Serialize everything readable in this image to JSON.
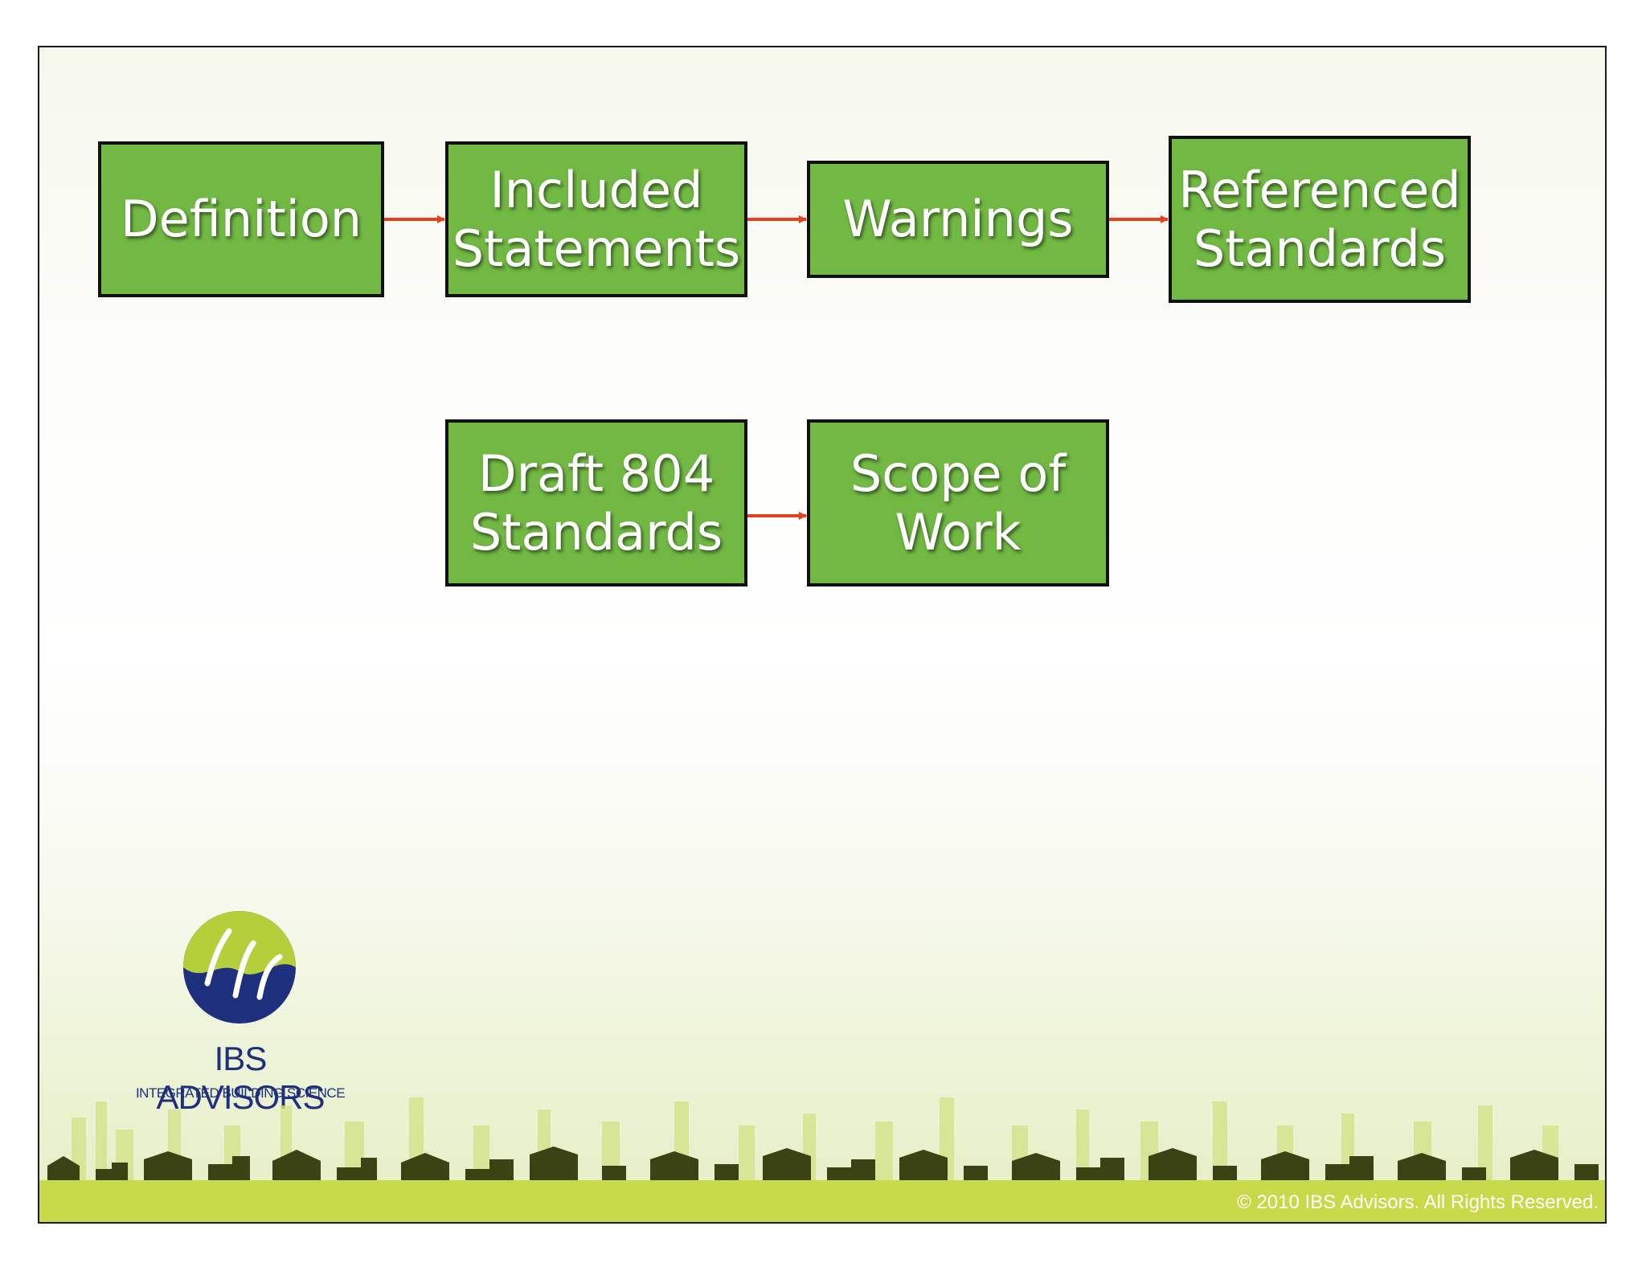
{
  "boxes": {
    "definition": "Definition",
    "included_statements": "Included\nStatements",
    "warnings": "Warnings",
    "referenced_standards": "Referenced\nStandards",
    "draft_804_standards": "Draft 804\nStandards",
    "scope_of_work": "Scope of\nWork"
  },
  "logo": {
    "name": "IBS ADVISORS",
    "tagline": "INTEGRATED BUILDING SCIENCE"
  },
  "footer": {
    "copyright": "© 2010 IBS Advisors. All Rights Reserved."
  },
  "colors": {
    "box_fill": "#72b944",
    "arrow": "#e8401c",
    "logo_blue": "#1e2f7d",
    "footer_band": "#c8d94a"
  }
}
